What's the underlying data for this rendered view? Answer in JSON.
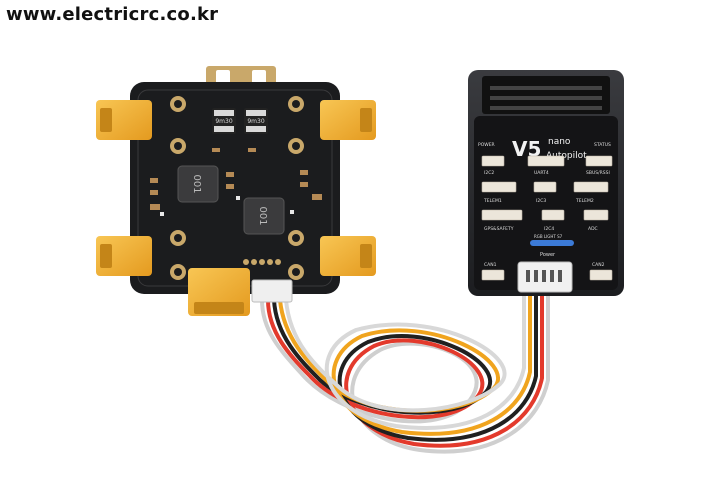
{
  "watermark": "www.electricrc.co.kr",
  "pdb": {
    "reg1": "9m30",
    "reg2": "9m30",
    "ind1": "001",
    "ind2": "001"
  },
  "fc": {
    "model": "V5",
    "variant": "nano",
    "name": "Autopilot",
    "ports": {
      "power": "POWER",
      "status": "STATUS",
      "i2c2": "I2C2",
      "uart4": "UART4",
      "sbus": "SBUS/RSSI",
      "telem1": "TELEM1",
      "i2c3": "I2C3",
      "i2c4": "I2C4",
      "telem2": "TELEM2",
      "gps": "GPS&SAFETY",
      "adc": "ADC",
      "can1": "CAN1",
      "can2": "CAN2",
      "power_label": "Power",
      "rgb": "RGB LIGHT S7"
    }
  },
  "colors": {
    "pcb": "#1b1c1e",
    "xt60": "#f2b23a",
    "fc_case": "#2a2b2e",
    "wire_colors": [
      "#c4c4c4",
      "#e33a2c",
      "#202020",
      "#f0a41e",
      "#c4c4c4",
      "#e33a2c"
    ]
  }
}
